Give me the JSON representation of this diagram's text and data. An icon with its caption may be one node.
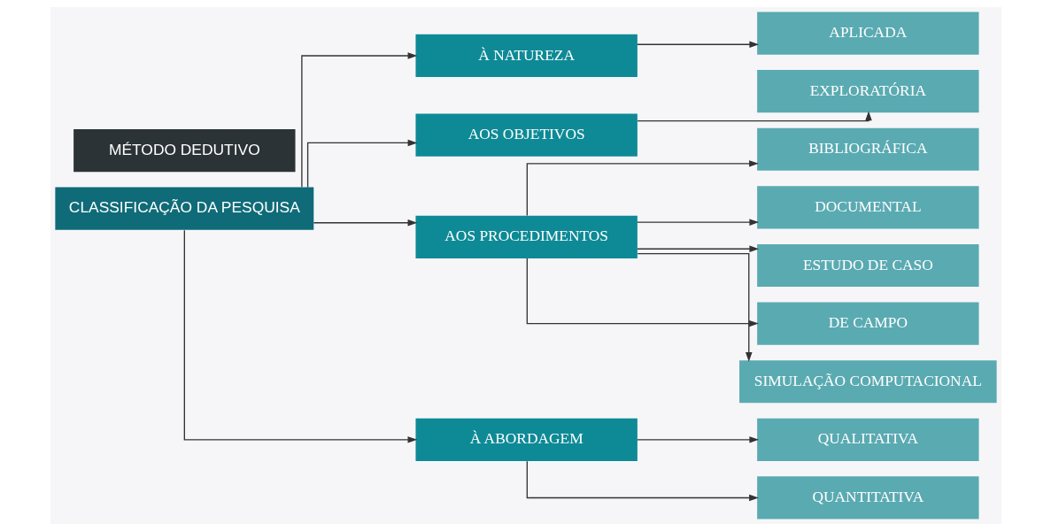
{
  "diagram": {
    "nodes": [
      {
        "text": [
          "MÉTODO DEDUTIVO"
        ]
      },
      {
        "text": [
          "CLASSIFICAÇÃO DA PESQUISA"
        ]
      },
      {
        "text": [
          "À NATUREZA"
        ]
      },
      {
        "text": [
          "AOS OBJETIVOS"
        ]
      },
      {
        "text": [
          "AOS PROCEDIMENTOS"
        ]
      },
      {
        "text": [
          "À ABORDAGEM"
        ]
      },
      {
        "text": [
          "APLICADA"
        ]
      },
      {
        "text": [
          "EXPLORATÓRIA"
        ]
      },
      {
        "text": [
          "BIBLIOGRÁFICA"
        ]
      },
      {
        "text": [
          "DOCUMENTAL"
        ]
      },
      {
        "text": [
          "ESTUDO DE CASO"
        ]
      },
      {
        "text": [
          "DE CAMPO"
        ]
      },
      {
        "text": [
          "SIMULAÇÃO COMPUTACIONAL"
        ]
      },
      {
        "text": [
          "QUALITATIVA"
        ]
      },
      {
        "text": [
          "QUANTITATIVA"
        ]
      }
    ],
    "edges": [
      {
        "from": 1,
        "to": 2,
        "arrow": "to"
      },
      {
        "from": 1,
        "to": 3,
        "arrow": "to"
      },
      {
        "from": 1,
        "to": 4,
        "arrow": "to"
      },
      {
        "from": 1,
        "to": 5,
        "arrow": "to"
      },
      {
        "from": 2,
        "to": 6,
        "arrow": "to"
      },
      {
        "from": 3,
        "to": 7,
        "arrow": "to"
      },
      {
        "from": 4,
        "to": 8,
        "arrow": "to"
      },
      {
        "from": 4,
        "to": 9,
        "arrow": "to"
      },
      {
        "from": 4,
        "to": 10,
        "arrow": "to"
      },
      {
        "from": 4,
        "to": 11,
        "arrow": "to"
      },
      {
        "from": 4,
        "to": 12,
        "arrow": "to"
      },
      {
        "from": 5,
        "to": 13,
        "arrow": "to"
      },
      {
        "from": 5,
        "to": 14,
        "arrow": "to"
      }
    ]
  }
}
